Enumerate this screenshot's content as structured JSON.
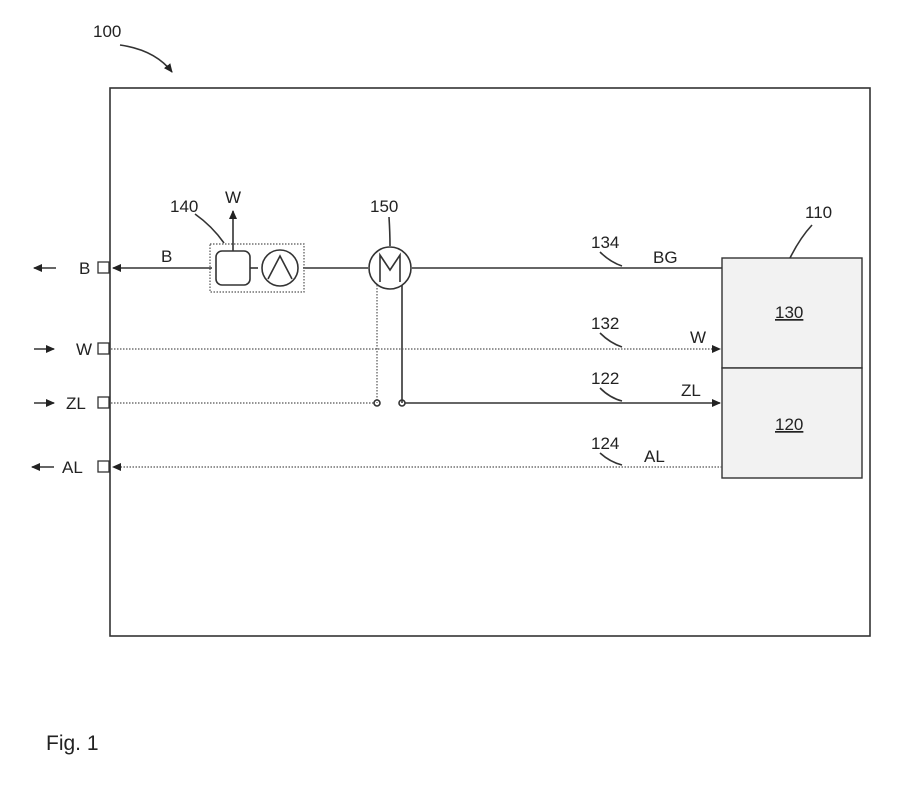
{
  "figure": {
    "ref_system": "100",
    "caption": "Fig. 1",
    "ref_unit": "110",
    "ref_upper_box": "130",
    "ref_lower_box": "120",
    "ref_component_140": "140",
    "ref_component_150": "150",
    "line_134": {
      "ref": "134",
      "label": "BG"
    },
    "line_132": {
      "ref": "132",
      "label": "W"
    },
    "line_122": {
      "ref": "122",
      "label": "ZL"
    },
    "line_124": {
      "ref": "124",
      "label": "AL"
    },
    "port_b": "B",
    "port_w": "W",
    "port_zl": "ZL",
    "port_al": "AL",
    "line_b_label": "B",
    "output_w_label": "W"
  }
}
